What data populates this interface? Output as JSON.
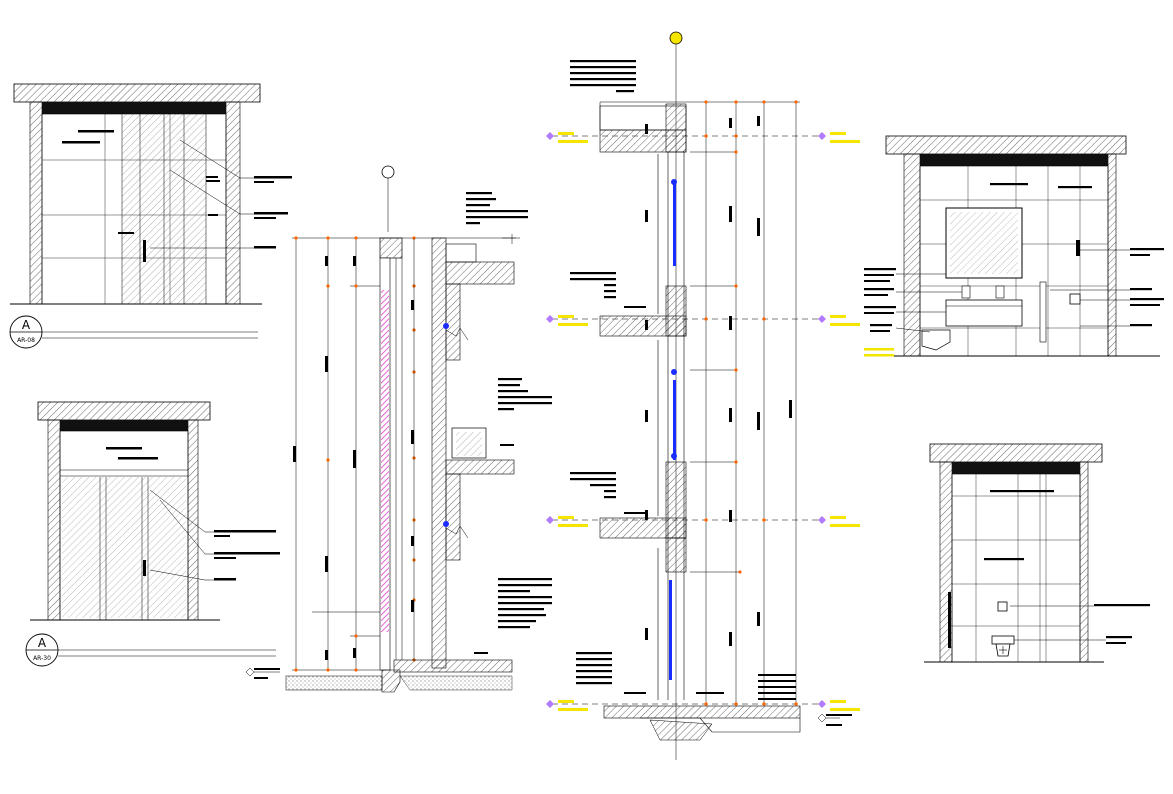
{
  "markers": [
    {
      "id": "marker-left-top",
      "letter": "A",
      "sub": "AR-08"
    },
    {
      "id": "marker-left-bottom",
      "letter": "A",
      "sub": "AR-30"
    }
  ],
  "colors": {
    "line": "#000000",
    "hatch": "#555555",
    "dimension_tick": "#ff6600",
    "level_marker": "#b27aff",
    "level_text": "#f5e600",
    "glass_pink": "#e040c8",
    "glass_blue": "#1a2cff",
    "axis_bubble": "#f5e600"
  }
}
